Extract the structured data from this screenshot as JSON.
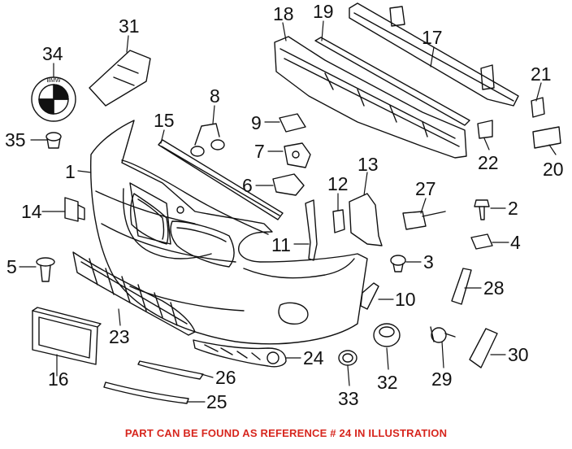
{
  "note": {
    "text": "PART CAN BE FOUND AS REFERENCE # 24 IN ILLUSTRATION",
    "color": "#d7261e"
  },
  "emblem_text": "BMW",
  "callouts": [
    "1",
    "2",
    "3",
    "4",
    "5",
    "6",
    "7",
    "8",
    "9",
    "10",
    "11",
    "12",
    "13",
    "14",
    "15",
    "16",
    "17",
    "18",
    "19",
    "20",
    "21",
    "22",
    "23",
    "24",
    "25",
    "26",
    "27",
    "28",
    "29",
    "30",
    "31",
    "32",
    "33",
    "34",
    "35"
  ]
}
